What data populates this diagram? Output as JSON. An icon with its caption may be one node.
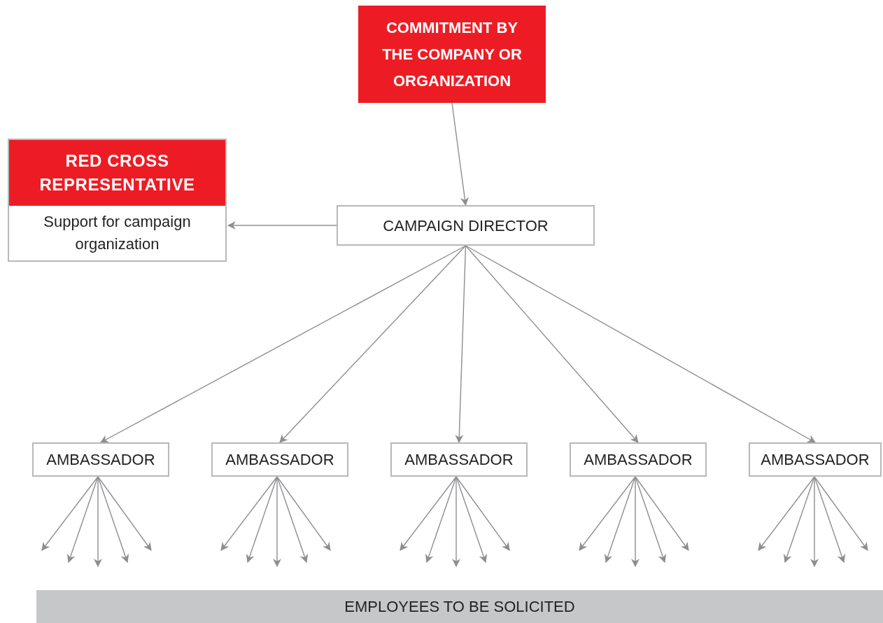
{
  "diagram": {
    "nodes": [
      {
        "text": [
          "COMMITMENT BY THE COMPANY OR ORGANIZATION"
        ]
      },
      {
        "text": [
          "RED CROSS REPRESENTATIVE",
          "Support for campaign organization"
        ]
      },
      {
        "text": [
          "CAMPAIGN DIRECTOR"
        ]
      },
      {
        "text": [
          "AMBASSADOR"
        ]
      },
      {
        "text": [
          "AMBASSADOR"
        ]
      },
      {
        "text": [
          "AMBASSADOR"
        ]
      },
      {
        "text": [
          "AMBASSADOR"
        ]
      },
      {
        "text": [
          "AMBASSADOR"
        ]
      },
      {
        "text": [
          "EMPLOYEES TO BE SOLICITED"
        ]
      }
    ],
    "edges": [
      {
        "from": 0,
        "to": 2,
        "arrow": "to"
      },
      {
        "from": 2,
        "to": 1,
        "arrow": "to"
      },
      {
        "from": 2,
        "to": 3,
        "arrow": "to"
      },
      {
        "from": 2,
        "to": 4,
        "arrow": "to"
      },
      {
        "from": 2,
        "to": 5,
        "arrow": "to"
      },
      {
        "from": 2,
        "to": 6,
        "arrow": "to"
      },
      {
        "from": 2,
        "to": 7,
        "arrow": "to"
      },
      {
        "from": 3,
        "to": null,
        "arrow": "to"
      },
      {
        "from": 3,
        "to": null,
        "arrow": "to"
      },
      {
        "from": 3,
        "to": null,
        "arrow": "to"
      },
      {
        "from": 3,
        "to": null,
        "arrow": "to"
      },
      {
        "from": 3,
        "to": null,
        "arrow": "to"
      },
      {
        "from": 4,
        "to": null,
        "arrow": "to"
      },
      {
        "from": 4,
        "to": null,
        "arrow": "to"
      },
      {
        "from": 4,
        "to": null,
        "arrow": "to"
      },
      {
        "from": 4,
        "to": null,
        "arrow": "to"
      },
      {
        "from": 4,
        "to": null,
        "arrow": "to"
      },
      {
        "from": 5,
        "to": null,
        "arrow": "to"
      },
      {
        "from": 5,
        "to": null,
        "arrow": "to"
      },
      {
        "from": 5,
        "to": null,
        "arrow": "to"
      },
      {
        "from": 5,
        "to": null,
        "arrow": "to"
      },
      {
        "from": 5,
        "to": null,
        "arrow": "to"
      },
      {
        "from": 6,
        "to": null,
        "arrow": "to"
      },
      {
        "from": 6,
        "to": null,
        "arrow": "to"
      },
      {
        "from": 6,
        "to": null,
        "arrow": "to"
      },
      {
        "from": 6,
        "to": null,
        "arrow": "to"
      },
      {
        "from": 6,
        "to": null,
        "arrow": "to"
      },
      {
        "from": 7,
        "to": null,
        "arrow": "to"
      },
      {
        "from": 7,
        "to": null,
        "arrow": "to"
      },
      {
        "from": 7,
        "to": null,
        "arrow": "to"
      },
      {
        "from": 7,
        "to": null,
        "arrow": "to"
      },
      {
        "from": 7,
        "to": null,
        "arrow": "to"
      }
    ]
  }
}
